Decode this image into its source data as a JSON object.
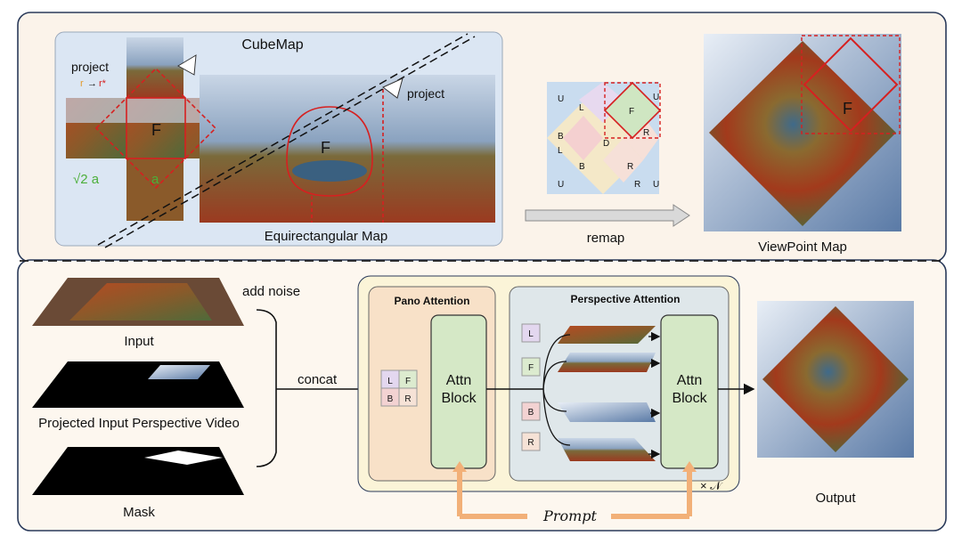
{
  "top_panel": {
    "cubemap_title": "CubeMap",
    "project_label_left": "project",
    "ray_r": "r",
    "ray_arrow": "→",
    "ray_r_star": "r*",
    "face_label_cubemap": "F",
    "sqrt2a_label": "√2 a",
    "a_label": "a",
    "project_label_right": "project",
    "face_label_equirect": "F",
    "equirect_title": "Equirectangular Map",
    "remap_label": "remap",
    "viewpoint_title": "ViewPoint Map",
    "face_label_viewpoint": "F",
    "remap_faces": [
      "U",
      "L",
      "F",
      "U",
      "B",
      "D",
      "R",
      "L",
      "B",
      "R",
      "U",
      "R",
      "U"
    ]
  },
  "bottom_panel": {
    "input_label": "Input",
    "add_noise_label": "add noise",
    "projected_label": "Projected Input Perspective Video",
    "mask_label": "Mask",
    "concat_label": "concat",
    "pano_attention_title": "Pano Attention",
    "perspective_attention_title": "Perspective Attention",
    "attn_block_line1": "Attn",
    "attn_block_line2": "Block",
    "grid_faces": [
      "L",
      "F",
      "B",
      "R"
    ],
    "view_faces": [
      "L",
      "F",
      "B",
      "R"
    ],
    "times_n": "× 𝒩",
    "prompt_label": "Prompt",
    "output_label": "Output"
  },
  "colors": {
    "top_bg": "#fbf3ea",
    "bottom_bg": "#fdf7ef",
    "border": "#2a3a5a",
    "cubemap_box": "#dbe6f3",
    "pano_box": "#f8e1c8",
    "persp_box": "#dfe7ea",
    "attn_block": "#d5e8c6",
    "red": "#d62020",
    "prompt_arrow": "#f2b078"
  }
}
